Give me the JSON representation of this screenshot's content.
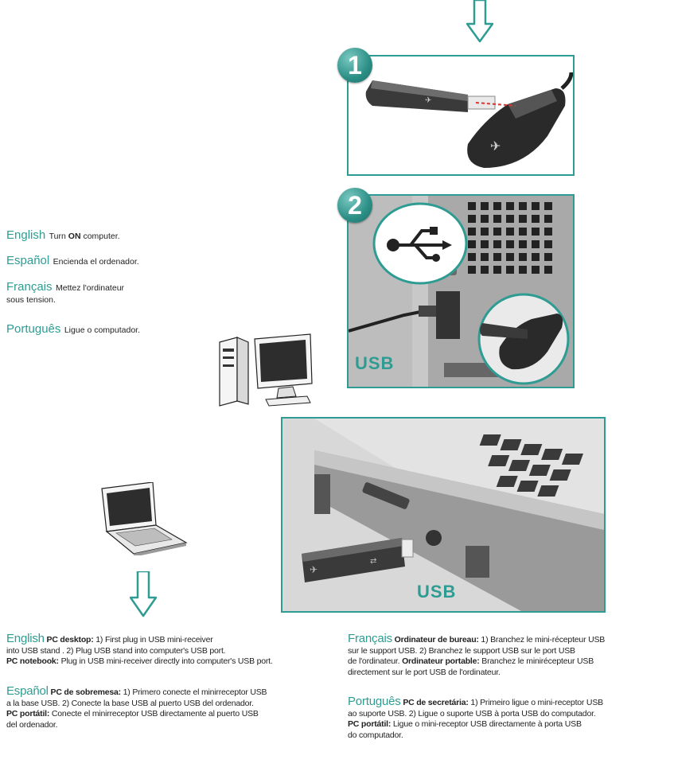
{
  "step1": {
    "number": "1"
  },
  "step2": {
    "number": "2",
    "usb_label": "USB"
  },
  "step3": {
    "usb_label": "USB"
  },
  "turn_on": [
    {
      "lang": "English",
      "text_pre": "Turn ",
      "text_bold": "ON",
      "text_post": " computer."
    },
    {
      "lang": "Español",
      "text": "Encienda el ordenador."
    },
    {
      "lang": "Français",
      "text_line1": "Mettez l'ordinateur",
      "text_line2": "sous tension."
    },
    {
      "lang": "Português",
      "text": "Ligue o computador."
    }
  ],
  "instructions": {
    "english": {
      "lang": "English",
      "desktop_label": "PC desktop:",
      "desktop_text_line1": " 1) First plug in USB mini-receiver",
      "desktop_text_line2": "into USB stand . 2) Plug USB stand into computer's USB port.",
      "notebook_label": "PC notebook:",
      "notebook_text": " Plug in USB mini-receiver directly into computer's USB port."
    },
    "espanol": {
      "lang": "Español",
      "desktop_label": "PC de sobremesa:",
      "desktop_text_line1": " 1) Primero conecte el minirreceptor USB",
      "desktop_text_line2": "a la base USB. 2) Conecte la base USB al puerto USB del ordenador.",
      "notebook_label": "PC portátil:",
      "notebook_text_line1": " Conecte el minirreceptor USB directamente al puerto USB",
      "notebook_text_line2": "del ordenador."
    },
    "francais": {
      "lang": "Français",
      "desktop_label": "Ordinateur de bureau:",
      "desktop_text_line1": " 1) Branchez le mini-récepteur USB",
      "desktop_text_line2": "sur le support USB. 2) Branchez le support USB sur le port USB",
      "desktop_text_line3": "de l'ordinateur. ",
      "notebook_label": "Ordinateur portable:",
      "notebook_text_line1": " Branchez le minirécepteur USB",
      "notebook_text_line2": "directement sur le port USB de l'ordinateur."
    },
    "portugues": {
      "lang": "Português",
      "desktop_label": "PC de secretária:",
      "desktop_text_line1": " 1) Primeiro ligue o mini-receptor USB",
      "desktop_text_line2": "ao suporte USB. 2) Ligue o suporte USB à porta USB do computador.",
      "notebook_label": "PC portátil:",
      "notebook_text_line1": " Ligue o mini-receptor USB directamente à porta USB",
      "notebook_text_line2": "do computador."
    }
  }
}
